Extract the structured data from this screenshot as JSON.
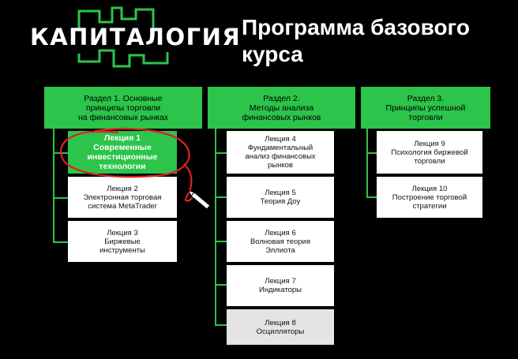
{
  "logo": {
    "text": "КАПИТАЛОГИЯ",
    "color": "#2cc44a"
  },
  "title": {
    "line1": "Программа базового",
    "line2": "курса"
  },
  "accent_color": "#2cc44a",
  "sections": [
    {
      "header": [
        "Раздел 1. Основные",
        "принципы торговли",
        "на финансовых рынках"
      ],
      "lectures": [
        {
          "lines": [
            "Лекция 1",
            "Современные",
            "инвестиционные",
            "технологии"
          ],
          "highlight": true
        },
        {
          "lines": [
            "Лекция 2",
            "Электронная торговая",
            "система MetaTrader"
          ]
        },
        {
          "lines": [
            "Лекция 3",
            "Биржевые",
            "инструменты"
          ]
        }
      ]
    },
    {
      "header": [
        "Раздел 2.",
        "Методы анализа",
        "финансовых рынков"
      ],
      "lectures": [
        {
          "lines": [
            "Лекция 4",
            "Фундаментальный",
            "анализ финансовых",
            "рынков"
          ]
        },
        {
          "lines": [
            "Лекция 5",
            "Теория Доу"
          ]
        },
        {
          "lines": [
            "Лекция 6",
            "Волновая теория",
            "Эллиота"
          ]
        },
        {
          "lines": [
            "Лекция 7",
            "Индикаторы"
          ]
        },
        {
          "lines": [
            "Лекция 8",
            "Осцилляторы"
          ]
        }
      ]
    },
    {
      "header": [
        "Раздел 3.",
        "Принципы успешной",
        "торговли"
      ],
      "lectures": [
        {
          "lines": [
            "Лекция 9",
            "Психология биржевой",
            "торговли"
          ]
        },
        {
          "lines": [
            "Лекция 10",
            "Построение торговой",
            "стратегии"
          ]
        }
      ]
    }
  ]
}
